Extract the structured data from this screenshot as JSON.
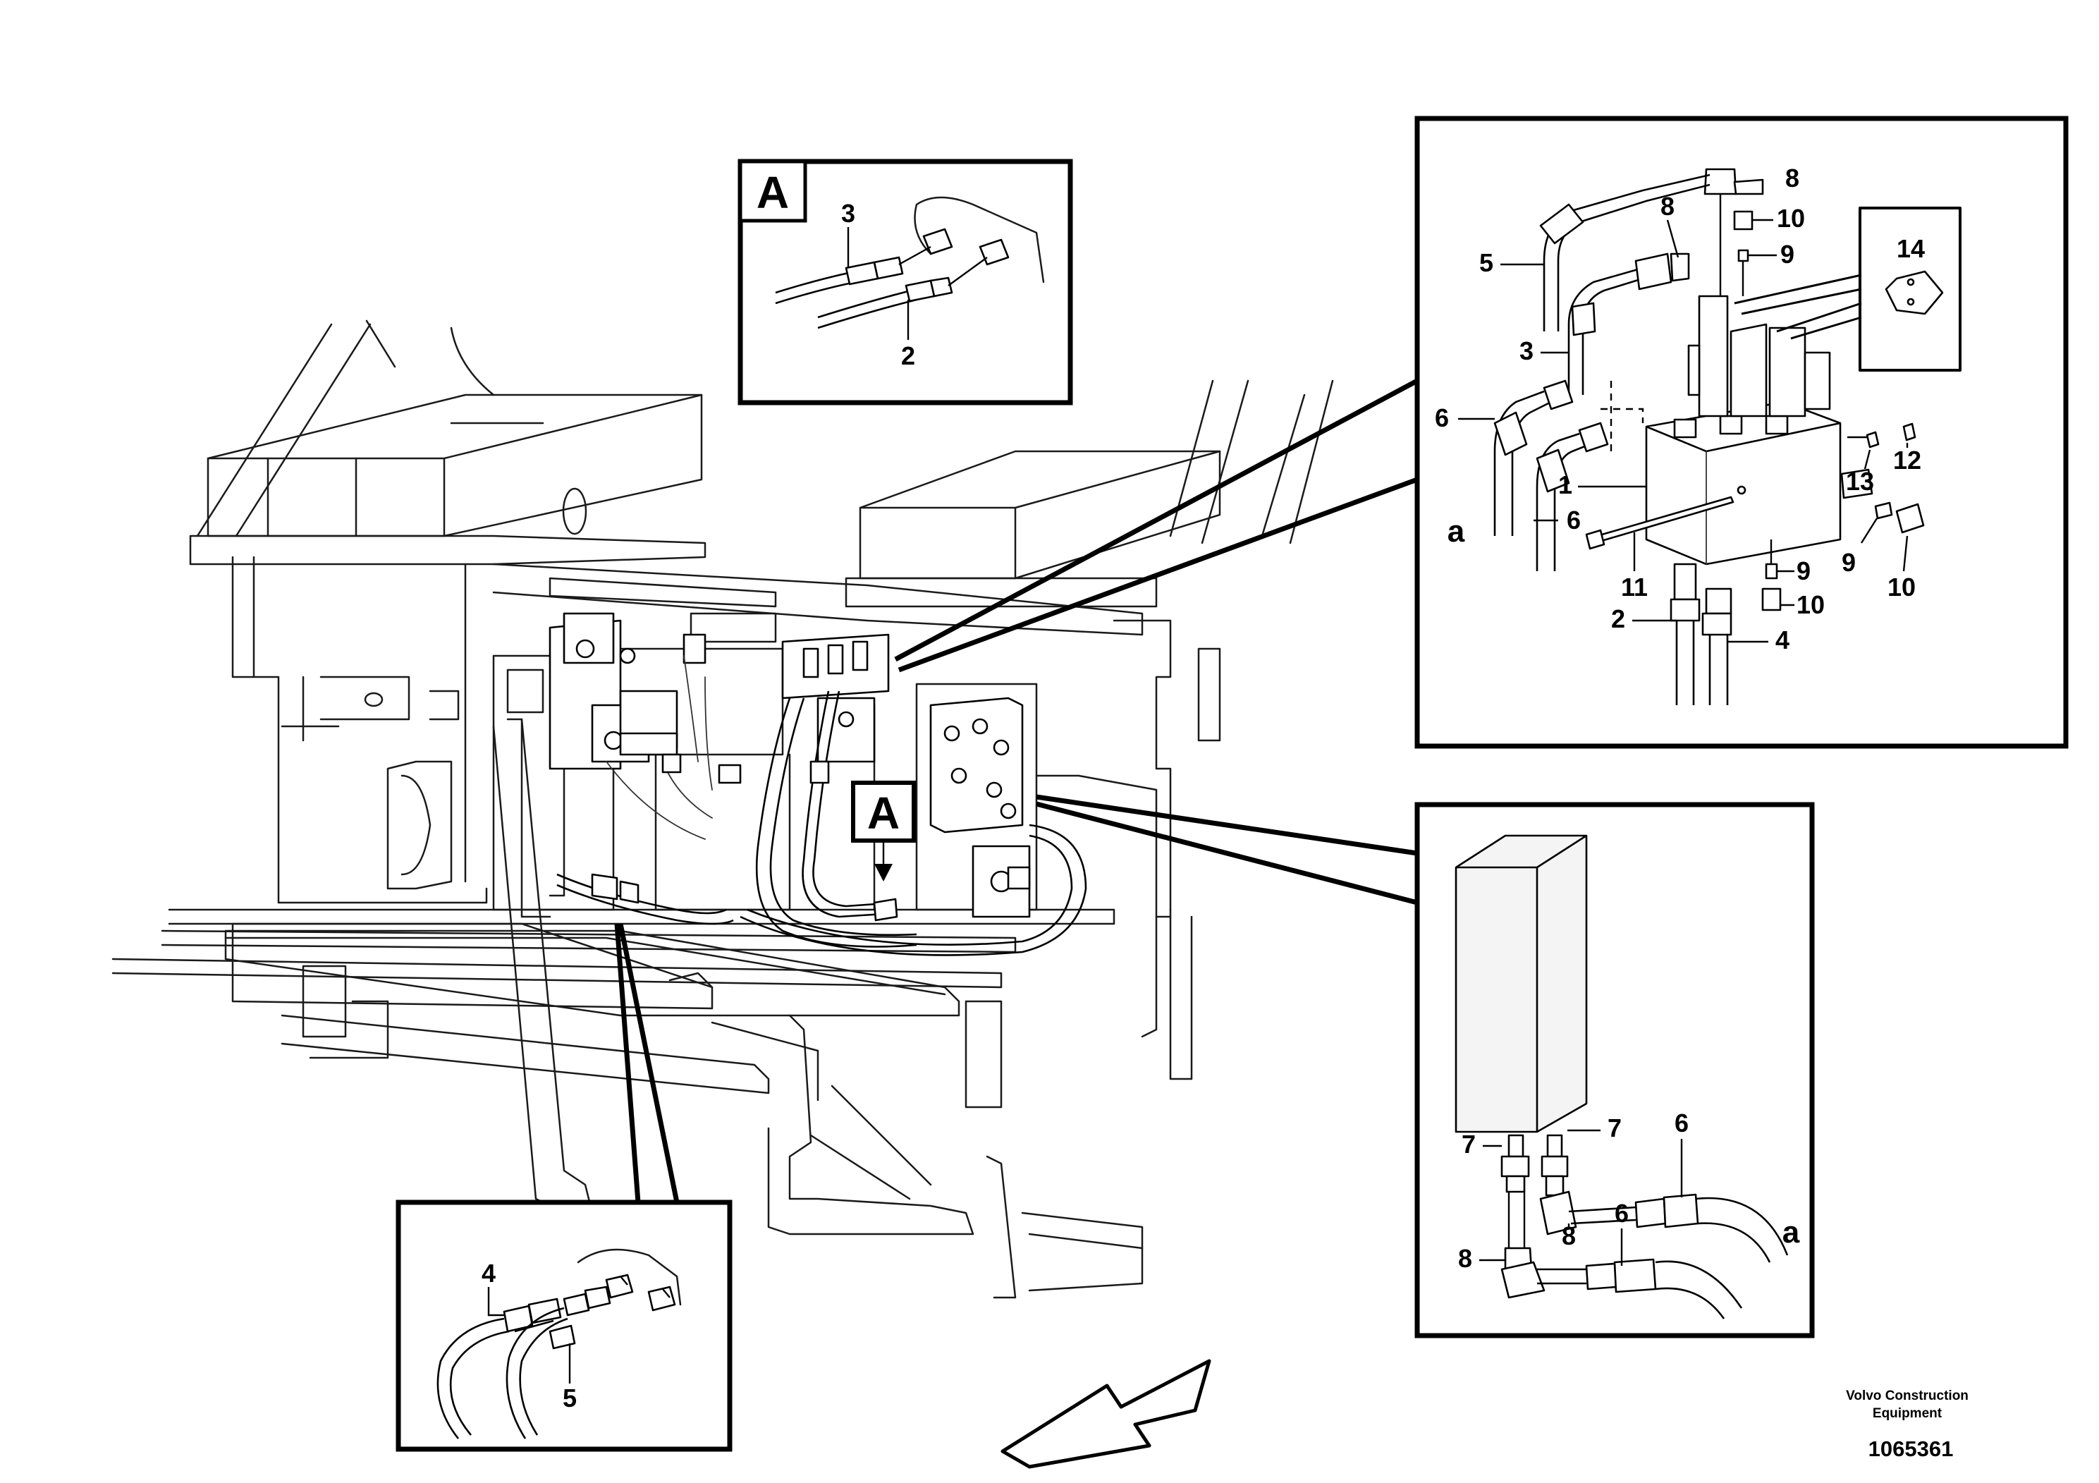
{
  "callouts": {
    "detail_top": {
      "marker": "A",
      "p3": "3",
      "p2": "2"
    },
    "valve_detail": {
      "p8a": "8",
      "p8b": "8",
      "p10a": "10",
      "p9a": "9",
      "p14": "14",
      "p5": "5",
      "p3": "3",
      "p6a": "6",
      "p1": "1",
      "pa": "a",
      "p6b": "6",
      "p13": "13",
      "p12": "12",
      "p9b": "9",
      "p10b": "10",
      "p11": "11",
      "p9c": "9",
      "p10c": "10",
      "p2": "2",
      "p4": "4"
    },
    "main_view": {
      "marker": "A"
    },
    "box_detail": {
      "p7a": "7",
      "p7b": "7",
      "p6a": "6",
      "p8a": "8",
      "pa": "a",
      "p6b": "6",
      "p8b": "8"
    },
    "detail_bottom": {
      "p4": "4",
      "p5": "5"
    }
  },
  "footer": {
    "brand_line1": "Volvo Construction",
    "brand_line2": "Equipment",
    "doc_number": "1065361"
  }
}
